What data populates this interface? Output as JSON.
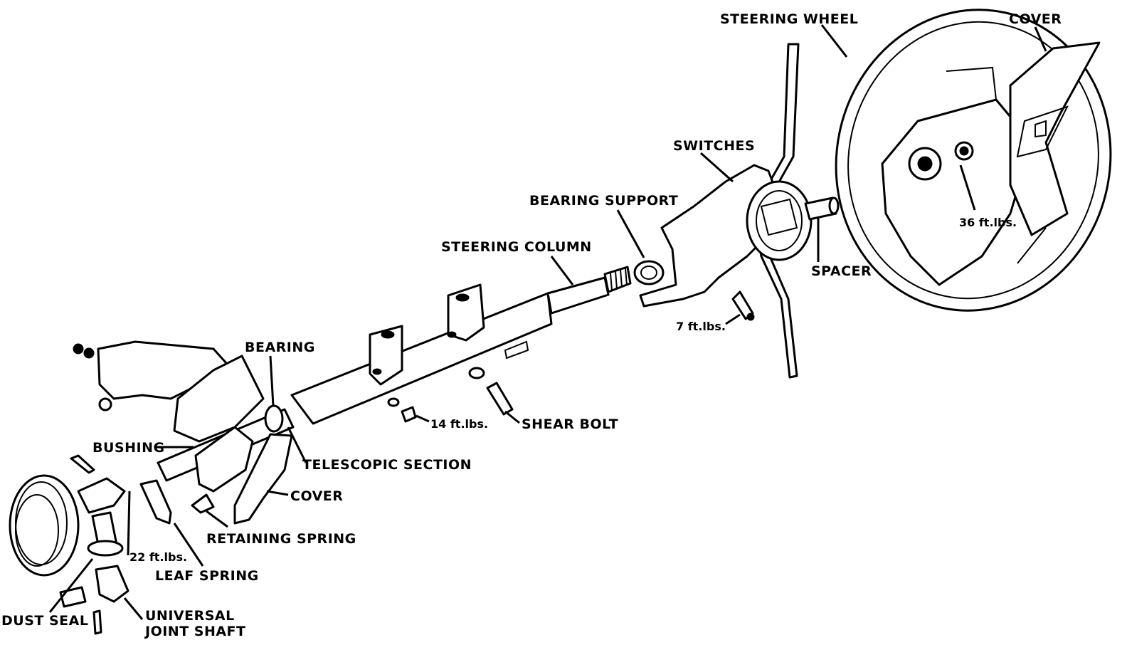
{
  "labels": {
    "steering_wheel": "STEERING WHEEL",
    "cover_top": "COVER",
    "switches": "SWITCHES",
    "bearing_support": "BEARING SUPPORT",
    "steering_column": "STEERING COLUMN",
    "spacer": "SPACER",
    "torque_36": "36 ft.lbs.",
    "torque_7": "7 ft.lbs.",
    "bearing": "BEARING",
    "torque_14": "14 ft.lbs.",
    "shear_bolt": "SHEAR BOLT",
    "bushing": "BUSHING",
    "telescopic_section": "TELESCOPIC SECTION",
    "cover_bottom": "COVER",
    "retaining_spring": "RETAINING SPRING",
    "torque_22": "22 ft.lbs.",
    "leaf_spring": "LEAF SPRING",
    "dust_seal": "DUST SEAL",
    "universal_joint_line1": "UNIVERSAL",
    "universal_joint_line2": "JOINT SHAFT"
  }
}
